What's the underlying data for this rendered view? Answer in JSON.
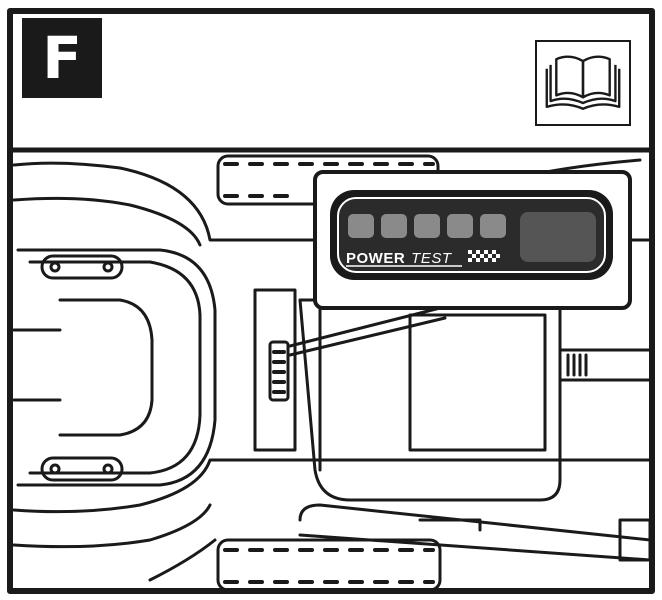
{
  "figure": {
    "step_letter": "F",
    "manual_icon": "open-book-icon",
    "indicator": {
      "label_power": "POWER",
      "label_test": "TEST",
      "led_count": 5
    },
    "colors": {
      "ink": "#1a1a1a",
      "panel": "#2b2b2b",
      "led": "#8a8a8a",
      "background": "#ffffff"
    }
  }
}
